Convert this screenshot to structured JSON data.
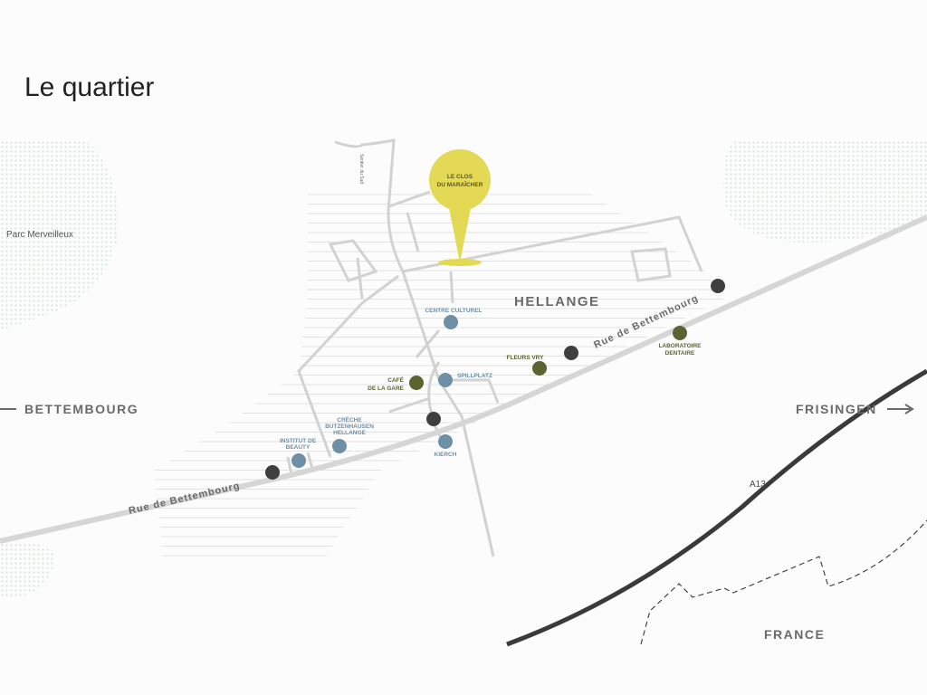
{
  "title": "Le quartier",
  "colors": {
    "pin": "#e4d955",
    "road": "#d2d2d2",
    "highway": "#3a3a3a",
    "blue_poi": "#6f8fa6",
    "green_poi": "#5b6431",
    "dark_poi": "#3f3f3f",
    "park": "#dfe9e1"
  },
  "pin": {
    "line1": "LE CLOS",
    "line2": "DU MARAÎCHER"
  },
  "places": {
    "hellange": "HELLANGE",
    "bettembourg": "BETTEMBOURG",
    "frisingen": "FRISINGEN",
    "france": "FRANCE",
    "park": "Parc Merveilleux",
    "highway": "A13",
    "road1": "Rue de Bettembourg",
    "road2": "Rue de Bettembourg",
    "path": "Sentier du Sud"
  },
  "pois": [
    {
      "label1": "CENTRE CULTUREL",
      "label2": "",
      "type": "blue",
      "icon": "theater-icon"
    },
    {
      "label1": "SPILLPLATZ",
      "label2": "",
      "type": "blue",
      "icon": "playground-icon"
    },
    {
      "label1": "CAFÉ",
      "label2": "DE LA GARE",
      "type": "green",
      "icon": "cafe-icon"
    },
    {
      "label1": "FLEURS VRY",
      "label2": "",
      "type": "green",
      "icon": "flower-icon"
    },
    {
      "label1": "LABORATOIRE",
      "label2": "DENTAIRE",
      "type": "green",
      "icon": "tooth-icon"
    },
    {
      "label1": "CRÈCHE",
      "label2": "BUTZENHAUSEN",
      "label3": "HELLANGE",
      "type": "blue",
      "icon": "child-icon"
    },
    {
      "label1": "INSTITUT DE",
      "label2": "BEAUTY",
      "type": "blue",
      "icon": "beauty-icon"
    },
    {
      "label1": "KIERCH",
      "label2": "",
      "type": "blue",
      "icon": "church-icon"
    }
  ]
}
